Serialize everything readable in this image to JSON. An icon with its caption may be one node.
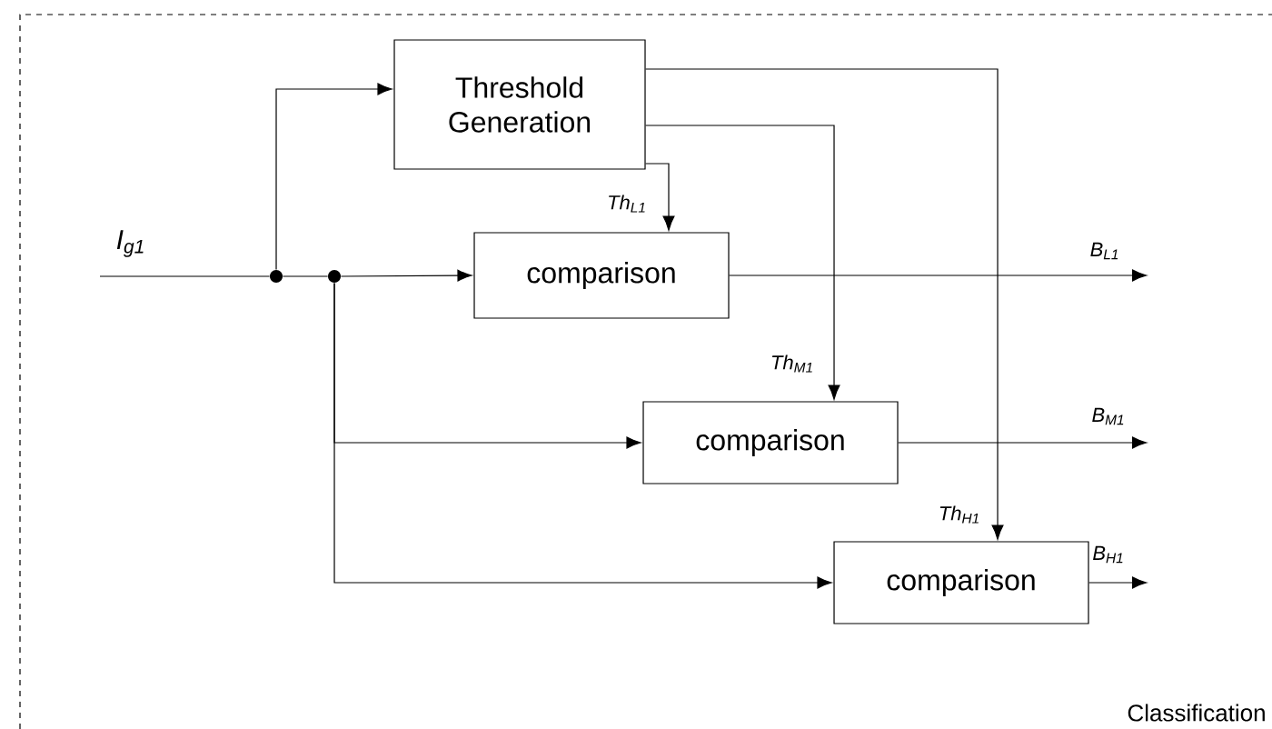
{
  "diagram": {
    "nodes": [
      {
        "text": [
          "Classification"
        ]
      },
      {
        "text": [
          "Threshold Generation"
        ],
        "in": 0
      },
      {
        "text": [
          "comparison"
        ],
        "in": 0
      },
      {
        "text": [
          "comparison"
        ],
        "in": 0
      },
      {
        "text": [
          "comparison"
        ],
        "in": 0
      },
      {
        "text": [],
        "shape": "circle",
        "in": 0
      },
      {
        "text": [],
        "shape": "circle",
        "in": 0
      }
    ],
    "edges": [
      {
        "from": null,
        "to": 5,
        "arrow": "none",
        "label": "I$_{g1}$"
      },
      {
        "from": 5,
        "to": 6,
        "arrow": "none"
      },
      {
        "from": 5,
        "to": 1,
        "arrow": "to"
      },
      {
        "from": 6,
        "to": 2,
        "arrow": "to"
      },
      {
        "from": 6,
        "to": 3,
        "arrow": "to"
      },
      {
        "from": 6,
        "to": 4,
        "arrow": "to"
      },
      {
        "from": 1,
        "to": 2,
        "arrow": "to",
        "label": "Th$_{L1}$"
      },
      {
        "from": 1,
        "to": 3,
        "arrow": "to",
        "label": "Th$_{M1}$"
      },
      {
        "from": 1,
        "to": 4,
        "arrow": "to",
        "label": "Th$_{H1}$"
      },
      {
        "from": 2,
        "to": null,
        "arrow": "to",
        "label": "B$_{L1}$"
      },
      {
        "from": 3,
        "to": null,
        "arrow": "to",
        "label": "B$_{M1}$"
      },
      {
        "from": 4,
        "to": null,
        "arrow": "to",
        "label": "B$_{H1}$"
      }
    ]
  }
}
